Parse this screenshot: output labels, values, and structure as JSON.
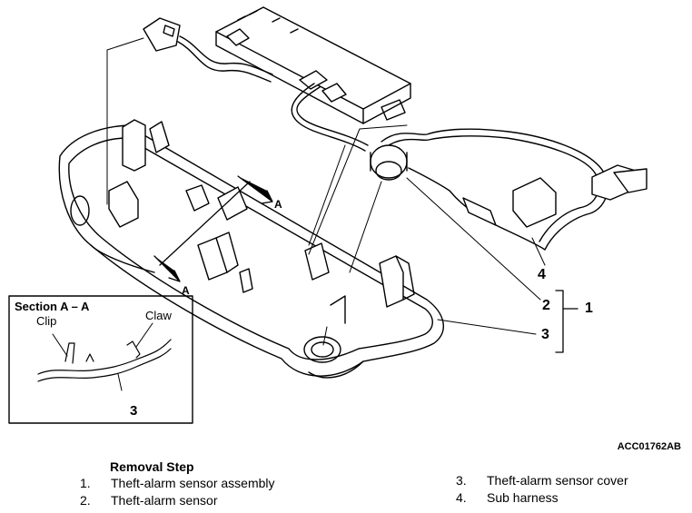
{
  "callouts": {
    "c1": "1",
    "c2": "2",
    "c3": "3",
    "c4": "4"
  },
  "section_marks": {
    "a_upper": "A",
    "a_lower": "A"
  },
  "section_view": {
    "title": "Section A – A",
    "clip_label": "Clip",
    "claw_label": "Claw",
    "part_number": "3"
  },
  "figure_code": "ACC01762AB",
  "removal": {
    "title": "Removal Step",
    "steps": [
      {
        "num": "1.",
        "text": "Theft-alarm sensor assembly"
      },
      {
        "num": "2.",
        "text": "Theft-alarm sensor"
      },
      {
        "num": "3.",
        "text": "Theft-alarm sensor cover"
      },
      {
        "num": "4.",
        "text": "Sub harness"
      }
    ]
  }
}
